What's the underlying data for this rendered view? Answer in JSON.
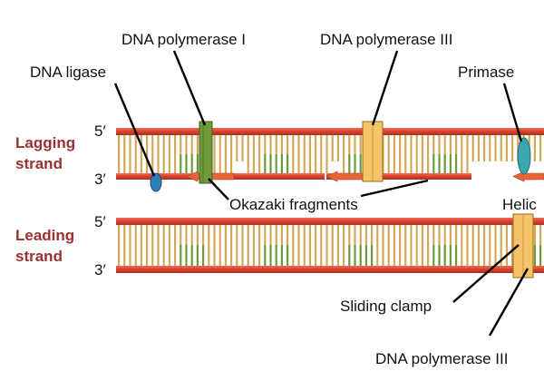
{
  "labels": {
    "dna_polymerase_i": "DNA polymerase I",
    "dna_polymerase_iii_top": "DNA polymerase III",
    "dna_ligase": "DNA ligase",
    "primase": "Primase",
    "okazaki_fragments": "Okazaki fragments",
    "helicase": "Helic",
    "sliding_clamp": "Sliding clamp",
    "dna_polymerase_iii_bottom": "DNA polymerase III"
  },
  "strands": {
    "lagging_line1": "Lagging",
    "lagging_line2": "strand",
    "leading_line1": "Leading",
    "leading_line2": "strand"
  },
  "ends": {
    "lagging_5": "5′",
    "lagging_3": "3′",
    "leading_5": "5′",
    "leading_3": "3′"
  },
  "colors": {
    "backbone": "#e04a3a",
    "backbone_dark": "#8a3a22",
    "base_tan": "#d8a85a",
    "base_green": "#6b9a3c",
    "polymerase_i": "#6f9a3a",
    "polymerase_iii": "#f6c468",
    "ligase": "#2f7fb8",
    "primase": "#3aa6b0",
    "primer_arrow": "#e8653a",
    "strand_label": "#9a3030"
  }
}
